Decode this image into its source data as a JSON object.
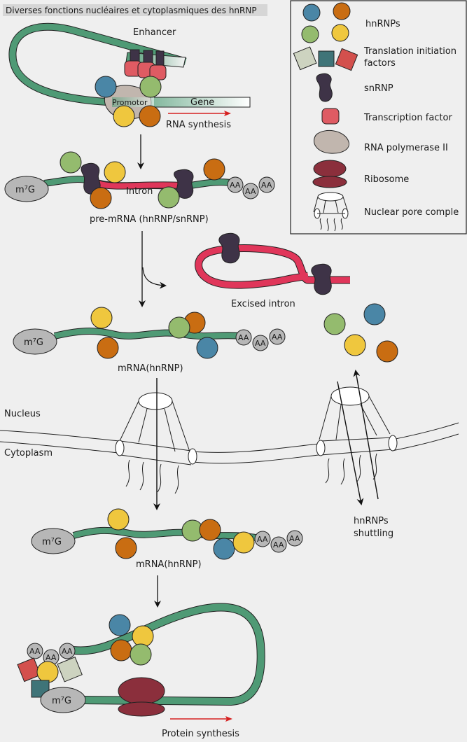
{
  "title": "Diverses fonctions nucléaires et cytoplasmiques des hnRNP",
  "labels": {
    "enhancer": "Enhancer",
    "promotor": "Promotor",
    "gene": "Gene",
    "rna_synthesis": "RNA synthesis",
    "intron": "Intron",
    "pre_mrna": "pre-mRNA (hnRNP/snRNP)",
    "excised_intron": "Excised intron",
    "mrna_nucleus": "mRNA(hnRNP)",
    "mrna_cytoplasm": "mRNA(hnRNP)",
    "nucleus": "Nucleus",
    "cytoplasm": "Cytoplasm",
    "shuttling_1": "hnRNPs",
    "shuttling_2": "shuttling",
    "protein_synthesis": "Protein synthesis",
    "cap": "m⁷G",
    "polya": "AA"
  },
  "legend": {
    "items": [
      {
        "label": "hnRNPs"
      },
      {
        "label": "Translation initiation"
      },
      {
        "label": "factors"
      },
      {
        "label": "snRNP"
      },
      {
        "label": "Transcription factor"
      },
      {
        "label": "RNA polymerase II"
      },
      {
        "label": "Ribosome"
      },
      {
        "label": "Nuclear pore comple"
      }
    ]
  },
  "colors": {
    "blue": "#4a86a6",
    "orange": "#c96d12",
    "green": "#94bb6e",
    "yellow": "#efc73e",
    "rna": "#4f9a75",
    "intron": "#e0365a",
    "snrnp": "#3e3347",
    "tf": "#df5b63",
    "polymerase": "#c1b6ae",
    "ribosome": "#8b2f3c",
    "tif_light": "#cdd3c0",
    "tif_teal": "#3f7478",
    "tif_red": "#d3504d",
    "arrow_red": "#d62020",
    "background": "#efefef"
  }
}
